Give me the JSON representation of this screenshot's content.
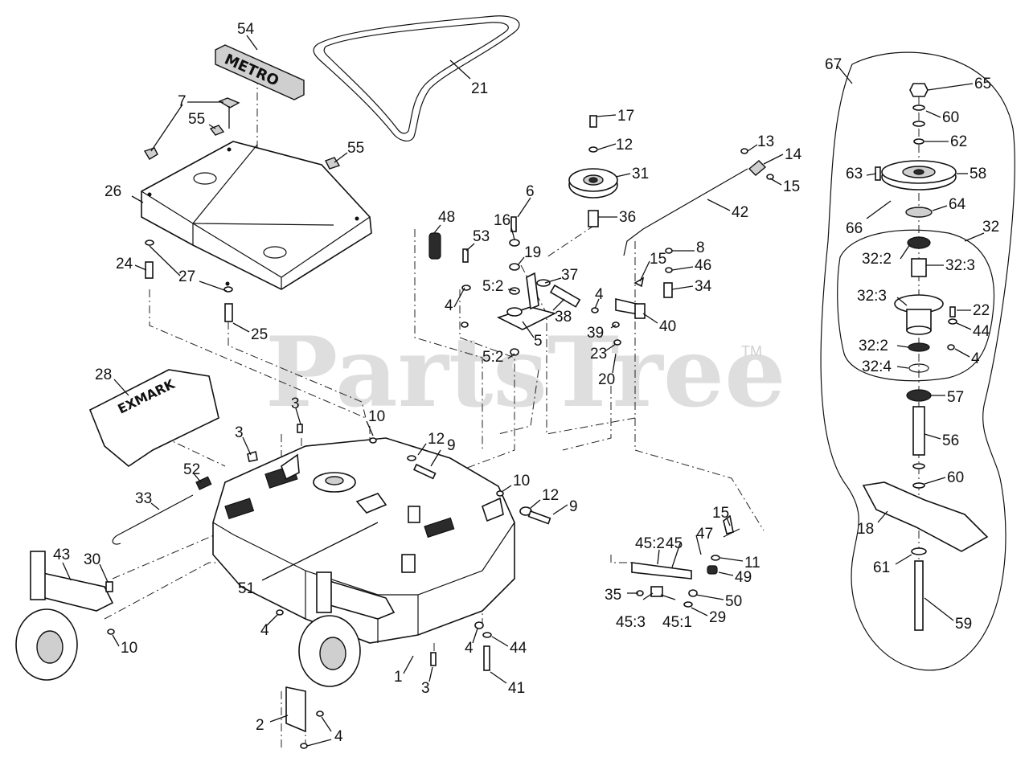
{
  "watermark": {
    "text": "PartsTree",
    "trademark": "TM"
  },
  "logos": {
    "metro": "METRO",
    "exmark": "EXMARK"
  },
  "callouts": [
    {
      "id": "c54",
      "label": "54"
    },
    {
      "id": "c21",
      "label": "21"
    },
    {
      "id": "c7",
      "label": "7"
    },
    {
      "id": "c55a",
      "label": "55"
    },
    {
      "id": "c55b",
      "label": "55"
    },
    {
      "id": "c26",
      "label": "26"
    },
    {
      "id": "c24",
      "label": "24"
    },
    {
      "id": "c27",
      "label": "27"
    },
    {
      "id": "c25",
      "label": "25"
    },
    {
      "id": "c17",
      "label": "17"
    },
    {
      "id": "c12a",
      "label": "12"
    },
    {
      "id": "c31",
      "label": "31"
    },
    {
      "id": "c36",
      "label": "36"
    },
    {
      "id": "c13",
      "label": "13"
    },
    {
      "id": "c14",
      "label": "14"
    },
    {
      "id": "c15a",
      "label": "15"
    },
    {
      "id": "c42",
      "label": "42"
    },
    {
      "id": "c6",
      "label": "6"
    },
    {
      "id": "c48",
      "label": "48"
    },
    {
      "id": "c16",
      "label": "16"
    },
    {
      "id": "c53",
      "label": "53"
    },
    {
      "id": "c19",
      "label": "19"
    },
    {
      "id": "c37",
      "label": "37"
    },
    {
      "id": "c52a",
      "label": "5:2"
    },
    {
      "id": "c4a",
      "label": "4"
    },
    {
      "id": "c38",
      "label": "38"
    },
    {
      "id": "c5",
      "label": "5"
    },
    {
      "id": "c52b",
      "label": "5:2"
    },
    {
      "id": "c8",
      "label": "8"
    },
    {
      "id": "c15b",
      "label": "15"
    },
    {
      "id": "c46",
      "label": "46"
    },
    {
      "id": "c34",
      "label": "34"
    },
    {
      "id": "c4b",
      "label": "4"
    },
    {
      "id": "c39",
      "label": "39"
    },
    {
      "id": "c40",
      "label": "40"
    },
    {
      "id": "c23",
      "label": "23"
    },
    {
      "id": "c20",
      "label": "20"
    },
    {
      "id": "c67",
      "label": "67"
    },
    {
      "id": "c65",
      "label": "65"
    },
    {
      "id": "c60a",
      "label": "60"
    },
    {
      "id": "c62",
      "label": "62"
    },
    {
      "id": "c63",
      "label": "63"
    },
    {
      "id": "c58",
      "label": "58"
    },
    {
      "id": "c64",
      "label": "64"
    },
    {
      "id": "c66",
      "label": "66"
    },
    {
      "id": "c32",
      "label": "32"
    },
    {
      "id": "c322a",
      "label": "32:2"
    },
    {
      "id": "c323a",
      "label": "32:3"
    },
    {
      "id": "c323b",
      "label": "32:3"
    },
    {
      "id": "c22",
      "label": "22"
    },
    {
      "id": "c44a",
      "label": "44"
    },
    {
      "id": "c322b",
      "label": "32:2"
    },
    {
      "id": "c4c",
      "label": "4"
    },
    {
      "id": "c324",
      "label": "32:4"
    },
    {
      "id": "c57",
      "label": "57"
    },
    {
      "id": "c56",
      "label": "56"
    },
    {
      "id": "c60b",
      "label": "60"
    },
    {
      "id": "c18",
      "label": "18"
    },
    {
      "id": "c61",
      "label": "61"
    },
    {
      "id": "c59",
      "label": "59"
    },
    {
      "id": "c28",
      "label": "28"
    },
    {
      "id": "c3a",
      "label": "3"
    },
    {
      "id": "c10a",
      "label": "10"
    },
    {
      "id": "c3b",
      "label": "3"
    },
    {
      "id": "c12b",
      "label": "12"
    },
    {
      "id": "c9a",
      "label": "9"
    },
    {
      "id": "c52",
      "label": "52"
    },
    {
      "id": "c33",
      "label": "33"
    },
    {
      "id": "c10b",
      "label": "10"
    },
    {
      "id": "c12c",
      "label": "12"
    },
    {
      "id": "c9b",
      "label": "9"
    },
    {
      "id": "c15c",
      "label": "15"
    },
    {
      "id": "c47",
      "label": "47"
    },
    {
      "id": "c452",
      "label": "45:2"
    },
    {
      "id": "c45",
      "label": "45"
    },
    {
      "id": "c11",
      "label": "11"
    },
    {
      "id": "c49",
      "label": "49"
    },
    {
      "id": "c35",
      "label": "35"
    },
    {
      "id": "c50",
      "label": "50"
    },
    {
      "id": "c453",
      "label": "45:3"
    },
    {
      "id": "c451",
      "label": "45:1"
    },
    {
      "id": "c29",
      "label": "29"
    },
    {
      "id": "c43",
      "label": "43"
    },
    {
      "id": "c30",
      "label": "30"
    },
    {
      "id": "c51",
      "label": "51"
    },
    {
      "id": "c10c",
      "label": "10"
    },
    {
      "id": "c4d",
      "label": "4"
    },
    {
      "id": "c4e",
      "label": "4"
    },
    {
      "id": "c44b",
      "label": "44"
    },
    {
      "id": "c1",
      "label": "1"
    },
    {
      "id": "c3c",
      "label": "3"
    },
    {
      "id": "c41",
      "label": "41"
    },
    {
      "id": "c2",
      "label": "2"
    },
    {
      "id": "c4f",
      "label": "4"
    }
  ]
}
